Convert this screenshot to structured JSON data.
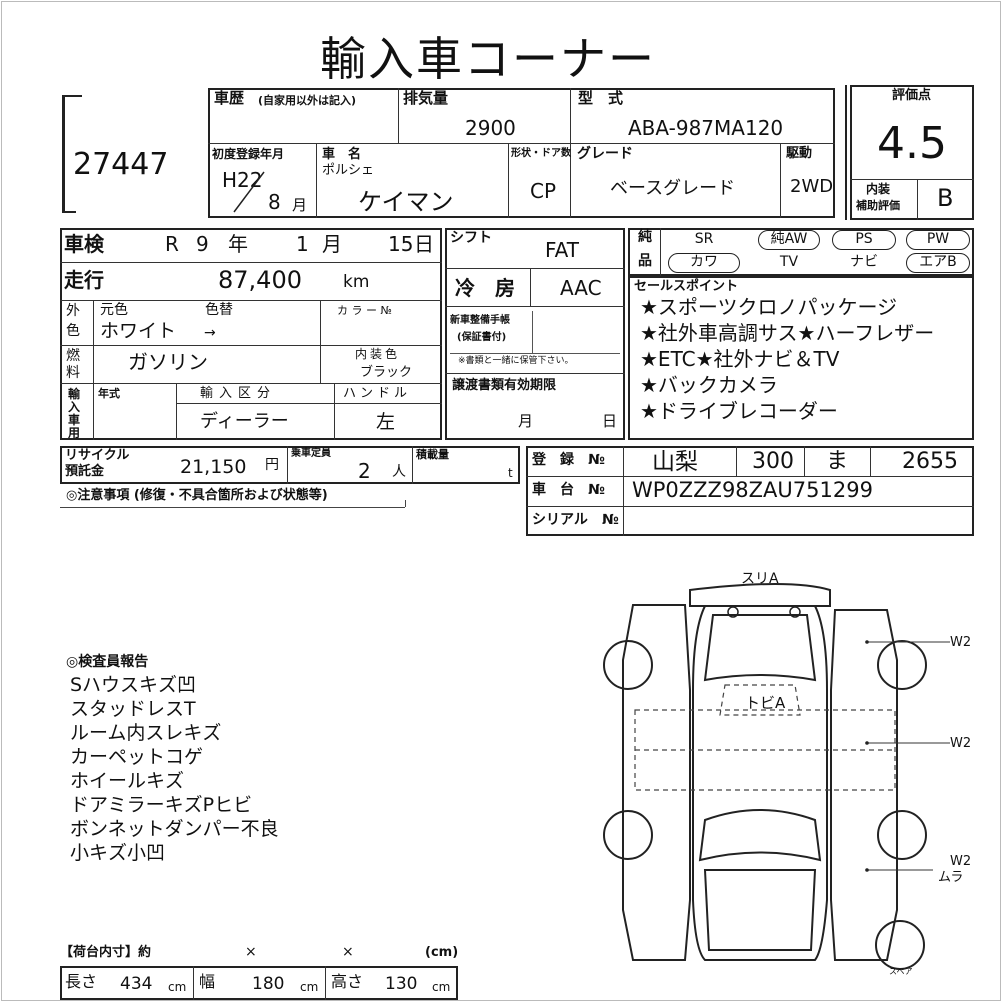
{
  "title": "輸入車コーナー",
  "lot_number": "27447",
  "history": {
    "label": "車歴",
    "note": "(自家用以外は記入)"
  },
  "displacement": {
    "label": "排気量",
    "value": "2900"
  },
  "model_code": {
    "label": "型　式",
    "value": "ABA-987MA120"
  },
  "score": {
    "label": "評価点",
    "value": "4.5",
    "interior_label": "内装",
    "interior_sub": "補助評価",
    "interior_value": "B"
  },
  "first_reg": {
    "label": "初度登録年月",
    "year": "H22",
    "month": "8",
    "month_unit": "月"
  },
  "car_name": {
    "label": "車　名",
    "maker": "ポルシェ",
    "model": "ケイマン"
  },
  "body_type": {
    "label": "形状・ドア数",
    "value": "CP"
  },
  "grade": {
    "label": "グレード",
    "value": "ベースグレード"
  },
  "drive": {
    "label": "駆動",
    "value": "2WD"
  },
  "inspection": {
    "label": "車検",
    "era": "R",
    "year": "9",
    "year_unit": "年",
    "month": "1",
    "month_unit": "月",
    "day": "15",
    "day_unit": "日"
  },
  "shift": {
    "label": "シフト",
    "value": "FAT"
  },
  "mileage": {
    "label": "走行",
    "value": "87,400",
    "unit": "km"
  },
  "ac": {
    "label": "冷　房",
    "value": "AAC"
  },
  "color": {
    "label_top": "外",
    "label_bottom": "色",
    "original_label": "元色",
    "repaint_label": "色替",
    "original": "ホワイト",
    "arrow": "→",
    "code_label": "カ ラ ー №"
  },
  "fuel": {
    "label_top": "燃",
    "label_bottom": "料",
    "value": "ガソリン"
  },
  "interior_color": {
    "label": "内装色",
    "value": "ブラック"
  },
  "maintenance": {
    "label": "新車整備手帳",
    "sub": "(保証書付)",
    "note": "※書類と一緒に保管下さい。"
  },
  "transfer": {
    "label": "譲渡書類有効期限",
    "month_unit": "月",
    "day_unit": "日"
  },
  "import": {
    "label_chars": [
      "輸",
      "入",
      "車",
      "用"
    ],
    "year_label": "年式",
    "category_label": "輸入区分",
    "category": "ディーラー",
    "handle_label": "ハンドル",
    "handle": "左"
  },
  "recycle": {
    "label1": "リサイクル",
    "label2": "預託金",
    "value": "21,150",
    "unit": "円"
  },
  "capacity": {
    "label": "乗車定員",
    "value": "2",
    "unit": "人"
  },
  "load": {
    "label": "積載量",
    "unit": "t"
  },
  "notes_label": "◎注意事項 (修復・不具合箇所および状態等)",
  "equipment": {
    "label_top": "純",
    "label_bottom": "品",
    "row1": [
      "SR",
      "純AW",
      "PS",
      "PW"
    ],
    "row2": [
      "カワ",
      "TV",
      "ナビ",
      "エアB"
    ]
  },
  "sales_points": {
    "label": "セールスポイント",
    "items": [
      "★スポーツクロノパッケージ",
      "★社外車高調サス★ハーフレザー",
      "★ETC★社外ナビ＆TV",
      "★バックカメラ",
      "★ドライブレコーダー"
    ]
  },
  "registration": {
    "label": "登　録　№",
    "pref": "山梨",
    "class": "300",
    "kana": "ま",
    "number": "2655"
  },
  "chassis": {
    "label": "車　台　№",
    "value": "WP0ZZZ98ZAU751299"
  },
  "serial": {
    "label": "シリアル　№",
    "value": ""
  },
  "inspector": {
    "label": "◎検査員報告",
    "items": [
      "Sハウスキズ凹",
      "スタッドレスT",
      "ルーム内スレキズ",
      "カーペットコゲ",
      "ホイールキズ",
      "ドアミラーキズPヒビ",
      "ボンネットダンパー不良",
      "小キズ小凹"
    ]
  },
  "diagram": {
    "rear": "スリA",
    "roof": "トビA",
    "mark1": "W2",
    "mark2": "W2",
    "mark3a": "W2",
    "mark3b": "ムラ",
    "spare": "スペア"
  },
  "cargo": {
    "label": "【荷台内寸】約",
    "x1": "×",
    "x2": "×",
    "unit_label": "(cm)",
    "length_label": "長さ",
    "length": "434",
    "width_label": "幅",
    "width": "180",
    "height_label": "高さ",
    "height": "130",
    "cm": "cm"
  }
}
